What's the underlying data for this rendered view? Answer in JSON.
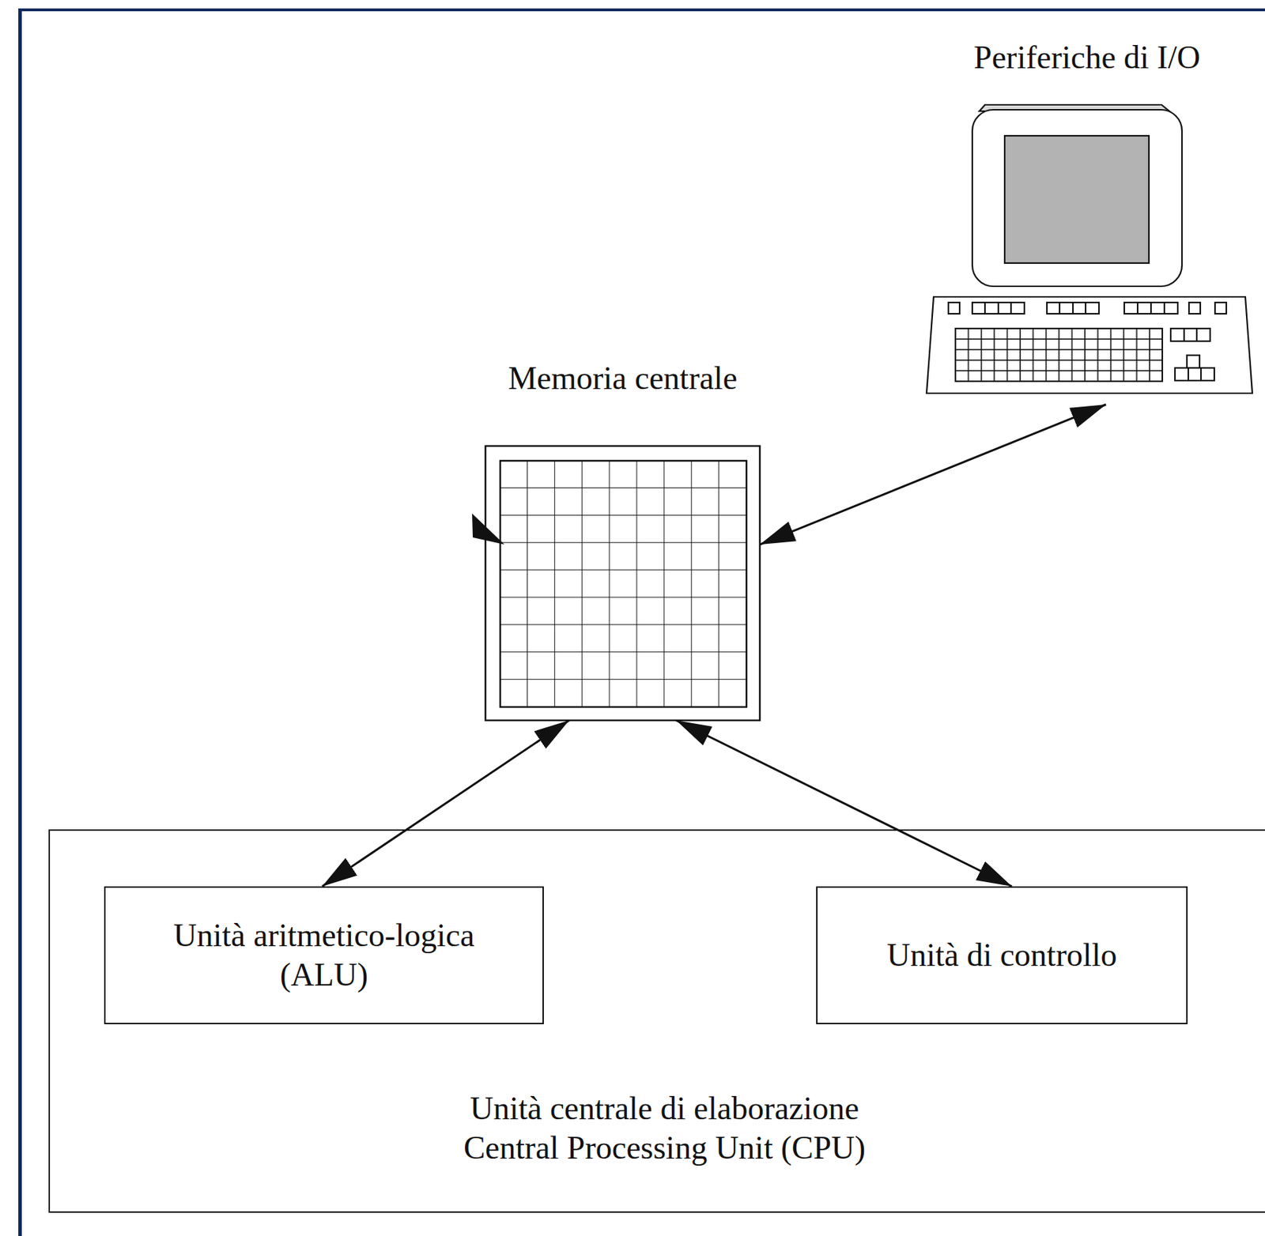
{
  "diagram": {
    "nodes": [
      {
        "text": [
          "Periferiche di I/O"
        ]
      },
      {
        "text": [
          "Memoria centrale"
        ]
      },
      {
        "text": [
          "Unità centrale di elaborazione",
          "Central Processing Unit (CPU)"
        ]
      },
      {
        "text": [
          "Unità aritmetico-logica (ALU)"
        ],
        "in": 2
      },
      {
        "text": [
          "Unità di controllo"
        ],
        "in": 2
      }
    ],
    "edges": [
      {
        "from": 1,
        "to": 0,
        "arrow": "both"
      },
      {
        "from": 1,
        "to": 3,
        "arrow": "both"
      },
      {
        "from": 1,
        "to": 4,
        "arrow": "both"
      }
    ]
  }
}
